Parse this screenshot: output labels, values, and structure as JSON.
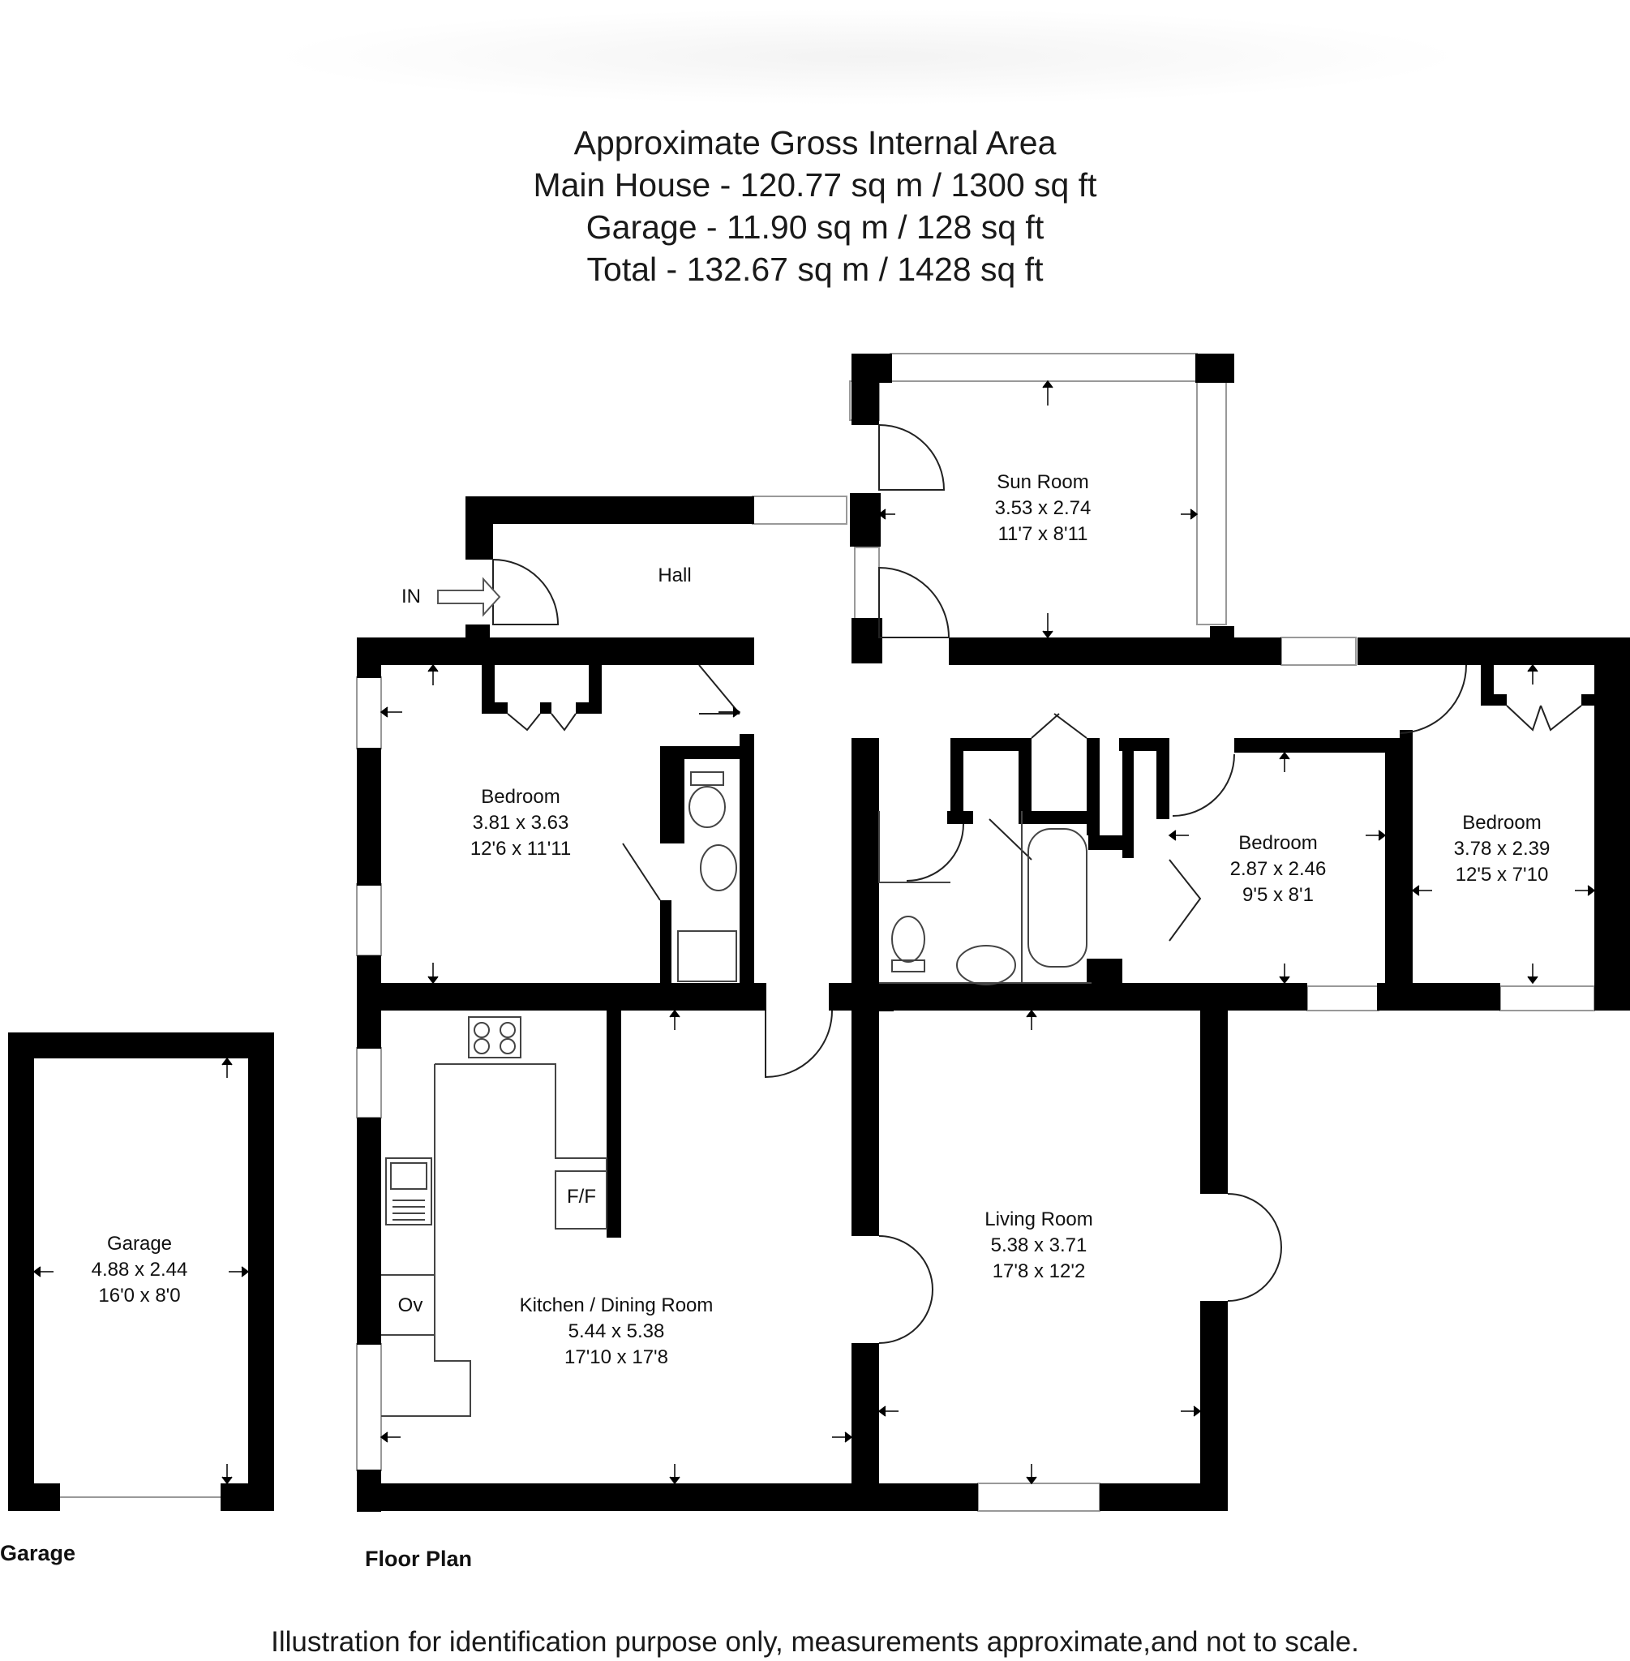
{
  "area_summary": {
    "heading": "Approximate Gross Internal Area",
    "main_house": "Main House - 120.77 sq m / 1300 sq ft",
    "garage": "Garage - 11.90 sq m / 128 sq ft",
    "total": "Total - 132.67 sq m / 1428 sq ft"
  },
  "rooms": {
    "sun_room": {
      "name": "Sun Room",
      "metric": "3.53 x 2.74",
      "imperial": "11'7 x 8'11"
    },
    "hall": {
      "name": "Hall"
    },
    "bedroom_1": {
      "name": "Bedroom",
      "metric": "3.81 x 3.63",
      "imperial": "12'6 x 11'11"
    },
    "bedroom_2": {
      "name": "Bedroom",
      "metric": "2.87 x 2.46",
      "imperial": "9'5 x 8'1"
    },
    "bedroom_3": {
      "name": "Bedroom",
      "metric": "3.78 x 2.39",
      "imperial": "12'5 x 7'10"
    },
    "kitchen_dining": {
      "name": "Kitchen / Dining Room",
      "metric": "5.44 x 5.38",
      "imperial": "17'10 x 17'8"
    },
    "living_room": {
      "name": "Living Room",
      "metric": "5.38 x 3.71",
      "imperial": "17'8 x 12'2"
    },
    "garage": {
      "name": "Garage",
      "metric": "4.88 x 2.44",
      "imperial": "16'0 x 8'0"
    }
  },
  "fixtures": {
    "entrance": "IN",
    "fridge_freezer": "F/F",
    "oven": "Ov"
  },
  "captions": {
    "garage": "Garage",
    "floor_plan": "Floor Plan"
  },
  "footer": "Illustration for identification purpose only, measurements approximate,and not to scale.",
  "colors": {
    "wall": "#000000",
    "line": "#222222",
    "window": "#999999",
    "background": "#ffffff"
  }
}
